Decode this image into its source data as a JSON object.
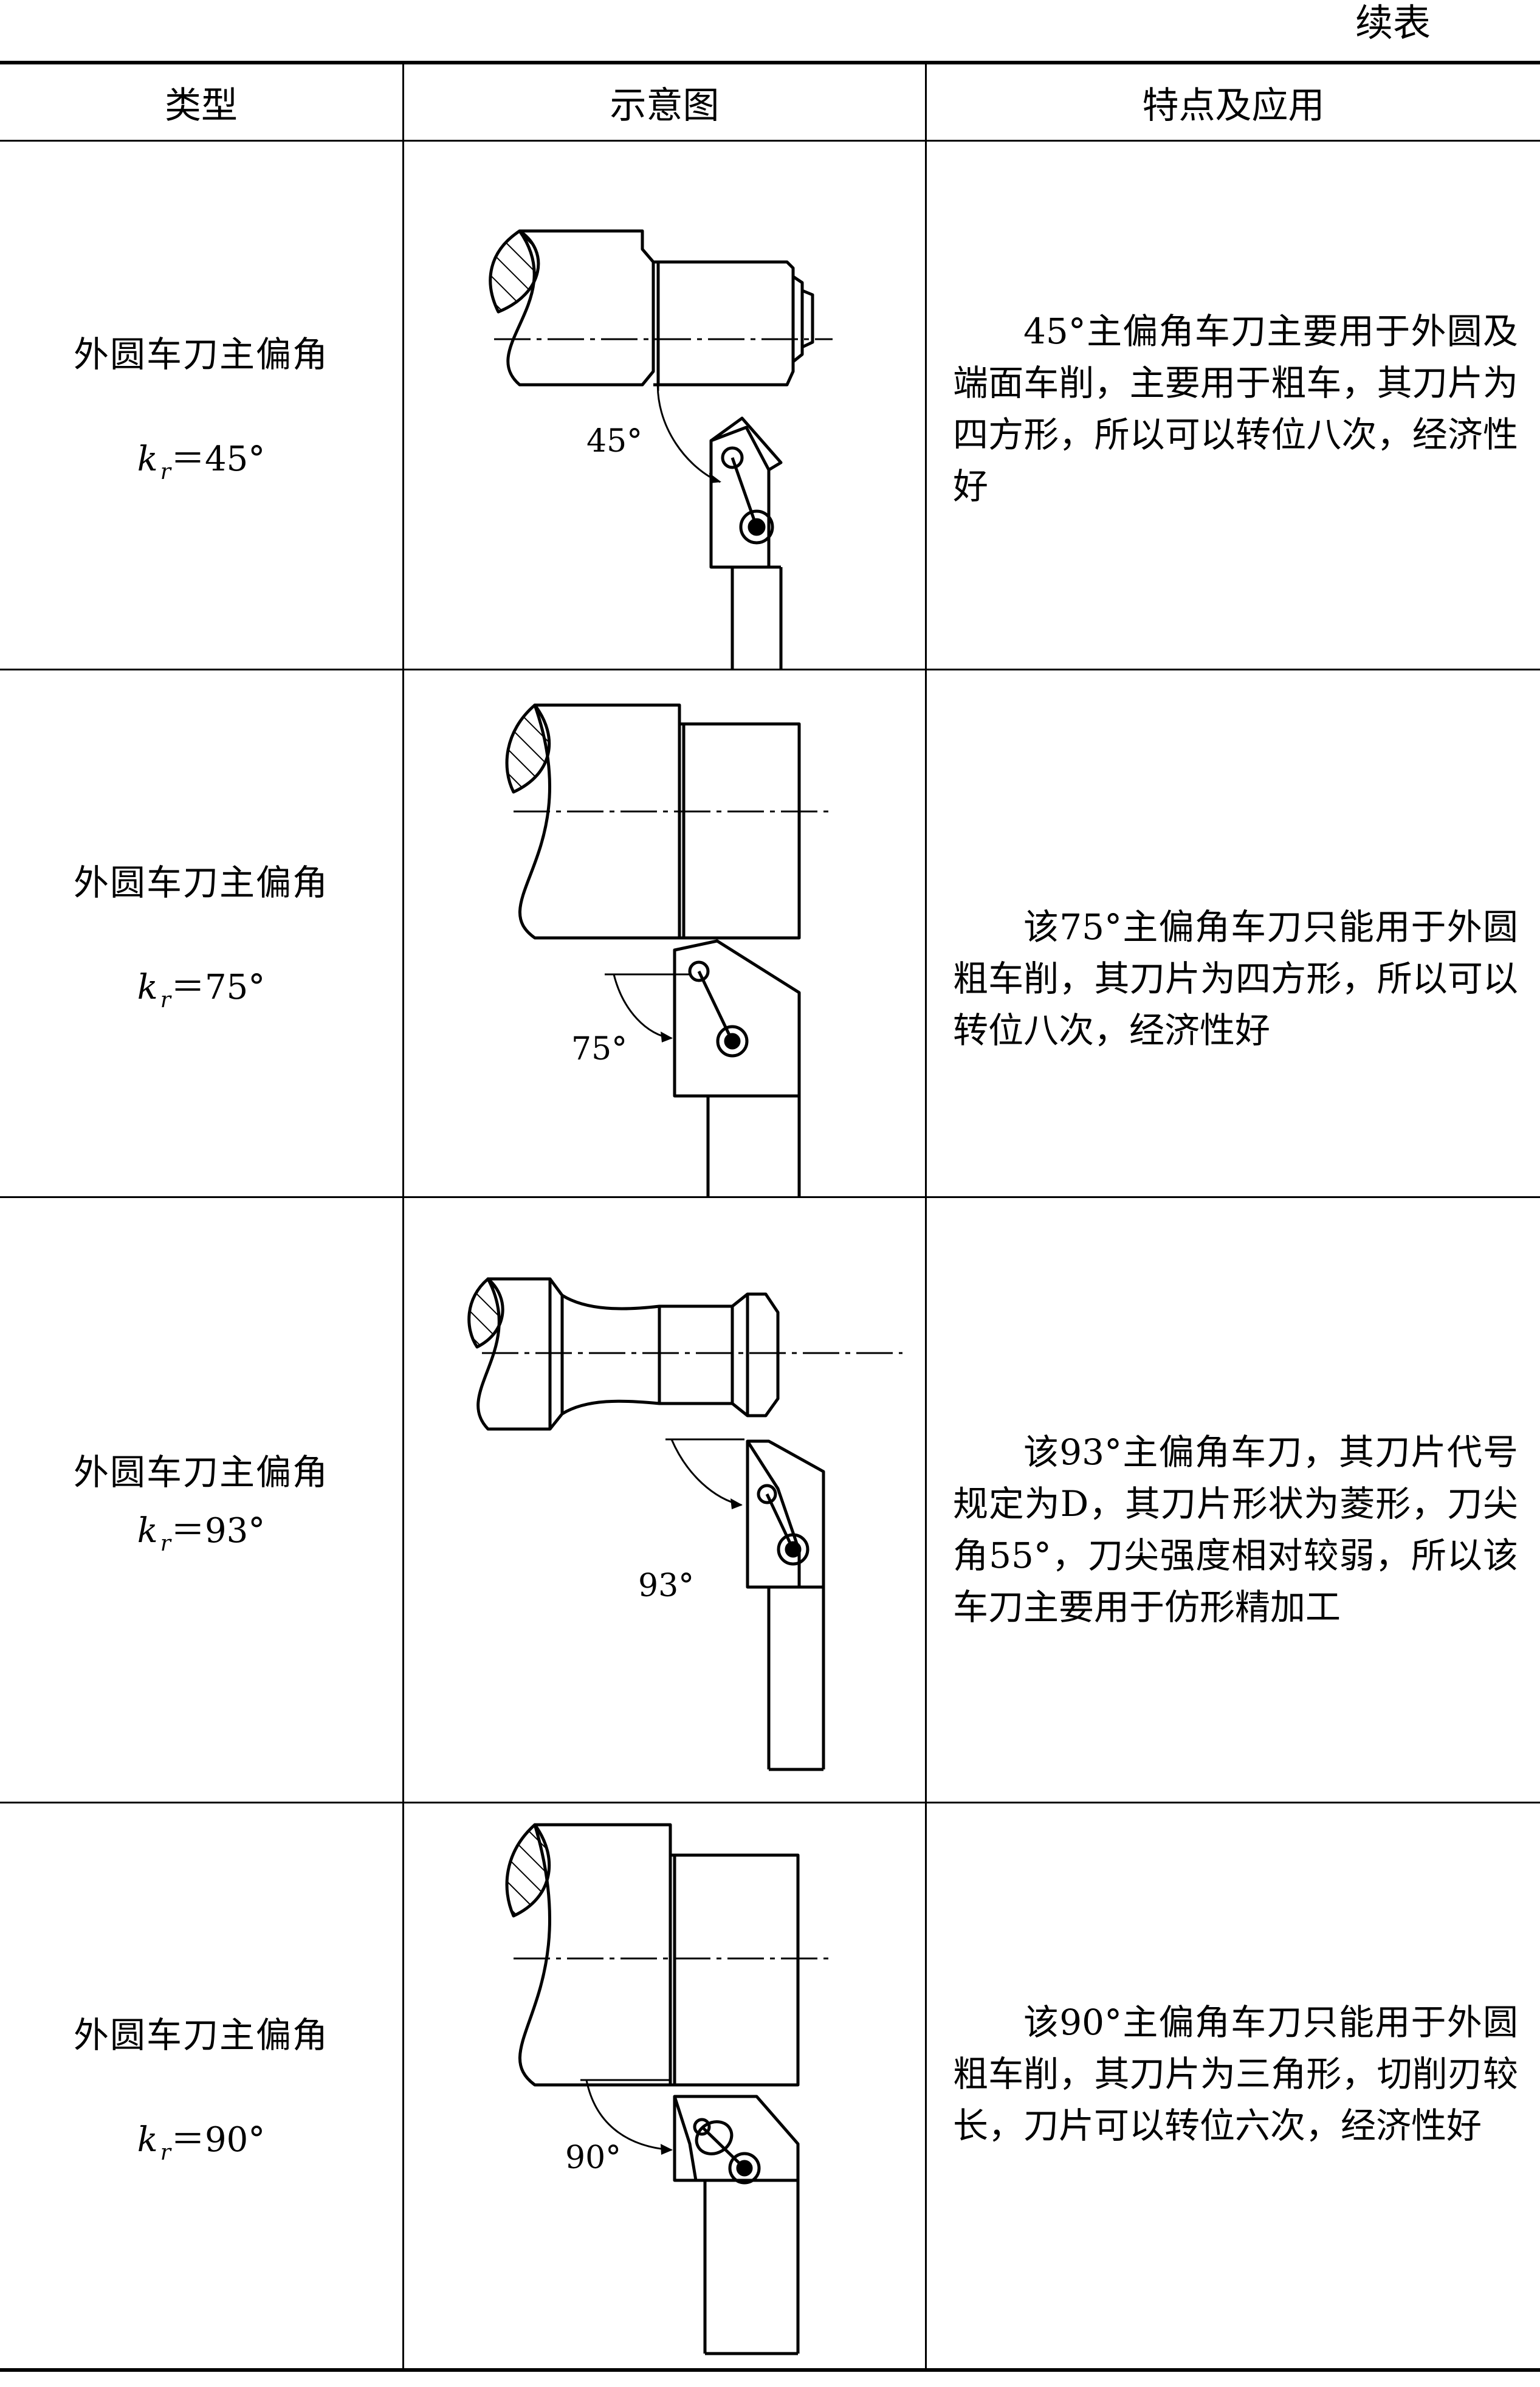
{
  "continued_label": "续表",
  "headers": {
    "type": "类型",
    "diagram": "示意图",
    "features": "特点及应用"
  },
  "rows": [
    {
      "type_name": "外圆车刀主偏角",
      "formula_symbol": "k",
      "formula_subscript": "r",
      "formula_value": "＝45°",
      "angle_label": "45°",
      "description": "45°主偏角车刀主要用于外圆及端面车削，主要用于粗车，其刀片为四方形，所以可以转位八次，经济性好"
    },
    {
      "type_name": "外圆车刀主偏角",
      "formula_symbol": "k",
      "formula_subscript": "r",
      "formula_value": "＝75°",
      "angle_label": "75°",
      "description": "该75°主偏角车刀只能用于外圆粗车削，其刀片为四方形，所以可以转位八次，经济性好"
    },
    {
      "type_name": "外圆车刀主偏角",
      "formula_symbol": "k",
      "formula_subscript": "r",
      "formula_value": "＝93°",
      "angle_label": "93°",
      "description": "该93°主偏角车刀，其刀片代号规定为D，其刀片形状为菱形，刀尖角55°，刀尖强度相对较弱，所以该车刀主要用于仿形精加工"
    },
    {
      "type_name": "外圆车刀主偏角",
      "formula_symbol": "k",
      "formula_subscript": "r",
      "formula_value": "＝90°",
      "angle_label": "90°",
      "description": "该90°主偏角车刀只能用于外圆粗车削，其刀片为三角形，切削刃较长，刀片可以转位六次，经济性好"
    }
  ]
}
